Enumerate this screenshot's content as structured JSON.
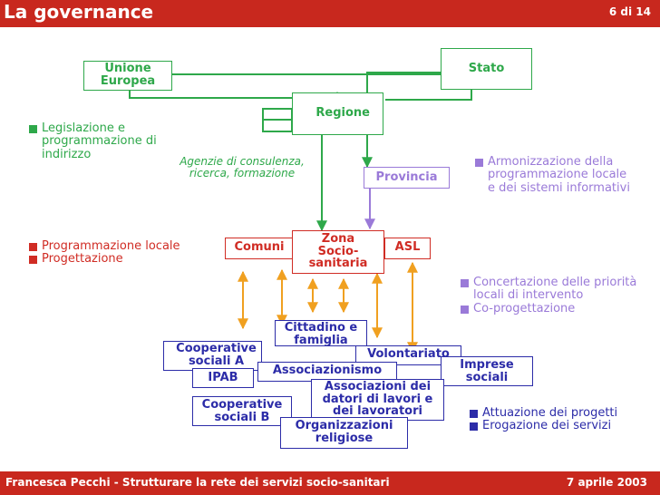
{
  "header": {
    "title": "La governance",
    "page": "6 di 14"
  },
  "footer": {
    "author_title": "Francesca Pecchi - Strutturare la rete dei servizi socio-sanitari",
    "date": "7 aprile 2003"
  },
  "nodes": {
    "unione": "Unione\nEuropea",
    "stato": "Stato",
    "regione": "Regione",
    "provincia": "Provincia",
    "comuni": "Comuni",
    "zona": "Zona\nSocio-\nsanitaria",
    "asl": "ASL",
    "cittadino": "Cittadino e\nfamiglia",
    "cooperative_a": "Cooperative\nsociali A",
    "volontariato": "Volontariato",
    "imprese": "Imprese\nsociali",
    "ipab": "IPAB",
    "associazionismo": "Associazionismo",
    "associazioni_datori": "Associazioni dei\ndatori di lavori e\ndei lavoratori",
    "cooperative_b": "Cooperative\nsociali B",
    "organizzazioni": "Organizzazioni\nreligiose"
  },
  "agenzie": "Agenzie di consulenza,\nricerca, formazione",
  "bullets": {
    "legislazione": [
      "Legislazione e programmazione di indirizzo"
    ],
    "armonizzazione": [
      "Armonizzazione della programmazione locale e dei sistemi informativi"
    ],
    "programmazione": [
      "Programmazione locale",
      "Progettazione"
    ],
    "concertazione": [
      "Concertazione delle priorità locali di intervento",
      "Co-progettazione"
    ],
    "attuazione": [
      "Attuazione dei progetti",
      "Erogazione dei servizi"
    ]
  },
  "colors": {
    "header_red": "#c8281e",
    "green": "#2ea84a",
    "violet": "#9a7ad8",
    "red": "#d02c24",
    "blue": "#2c2ca8",
    "orange": "#f0a020"
  }
}
